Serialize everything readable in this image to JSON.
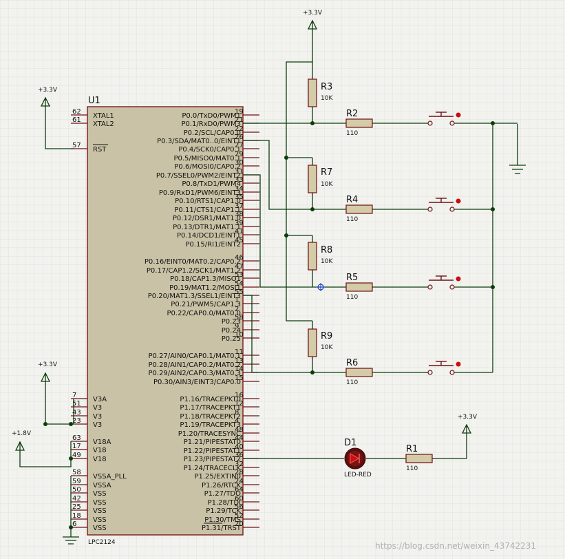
{
  "u1": {
    "ref": "U1",
    "part": "LPC2124",
    "left_pins": [
      {
        "num": "62",
        "name": "XTAL1"
      },
      {
        "num": "61",
        "name": "XTAL2"
      },
      {
        "num": "57",
        "name": "RST"
      },
      {
        "num": "7",
        "name": "V3A"
      },
      {
        "num": "51",
        "name": "V3"
      },
      {
        "num": "43",
        "name": "V3"
      },
      {
        "num": "23",
        "name": "V3"
      },
      {
        "num": "63",
        "name": "V18A"
      },
      {
        "num": "17",
        "name": "V18"
      },
      {
        "num": "49",
        "name": "V18"
      },
      {
        "num": "58",
        "name": "VSSA_PLL"
      },
      {
        "num": "59",
        "name": "VSSA"
      },
      {
        "num": "50",
        "name": "VSS"
      },
      {
        "num": "42",
        "name": "VSS"
      },
      {
        "num": "25",
        "name": "VSS"
      },
      {
        "num": "18",
        "name": "VSS"
      },
      {
        "num": "6",
        "name": "VSS"
      }
    ],
    "right_pins": [
      {
        "num": "19",
        "name": "P0.0/TxD0/PWM1"
      },
      {
        "num": "21",
        "name": "P0.1/RxD0/PWM3"
      },
      {
        "num": "22",
        "name": "P0.2/SCL/CAP0.0"
      },
      {
        "num": "26",
        "name": "P0.3/SDA/MAT0..0/EINT1"
      },
      {
        "num": "27",
        "name": "P0.4/SCK0/CAP0.1"
      },
      {
        "num": "29",
        "name": "P0.5/MISO0/MAT0.1"
      },
      {
        "num": "30",
        "name": "P0.6/MOSI0/CAP0.2"
      },
      {
        "num": "31",
        "name": "P0.7/SSEL0/PWM2/EINT2"
      },
      {
        "num": "33",
        "name": "P0.8/TxD1/PWM4"
      },
      {
        "num": "34",
        "name": "P0.9/RxD1/PWM6/EINT3"
      },
      {
        "num": "35",
        "name": "P0.10/RTS1/CAP1.0"
      },
      {
        "num": "37",
        "name": "P0.11/CTS1/CAP1.1"
      },
      {
        "num": "38",
        "name": "P0.12/DSR1/MAT1.0"
      },
      {
        "num": "39",
        "name": "P0.13/DTR1/MAT1.1"
      },
      {
        "num": "41",
        "name": "P0.14/DCD1/EINT1"
      },
      {
        "num": "45",
        "name": "P0.15/RI1/EINT2"
      },
      {
        "num": "46",
        "name": "P0.16/EINT0/MAT0.2/CAP0.2"
      },
      {
        "num": "47",
        "name": "P0.17/CAP1.2/SCK1/MAT1.2"
      },
      {
        "num": "53",
        "name": "P0.18/CAP1.3/MISO1"
      },
      {
        "num": "54",
        "name": "P0.19/MAT1.2/MOSI1"
      },
      {
        "num": "55",
        "name": "P0.20/MAT1.3/SSEL1/EINT3"
      },
      {
        "num": "1",
        "name": "P0.21/PWM5/CAP1.3"
      },
      {
        "num": "2",
        "name": "P0.22/CAP0.0/MAT0.0"
      },
      {
        "num": "58",
        "name": "P0.23"
      },
      {
        "num": "9",
        "name": "P0.24"
      },
      {
        "num": "10",
        "name": "P0.25"
      },
      {
        "num": "11",
        "name": "P0.27/AIN0/CAP0.1/MAT0.1"
      },
      {
        "num": "13",
        "name": "P0.28/AIN1/CAP0.2/MAT0.2"
      },
      {
        "num": "14",
        "name": "P0.29/AIN2/CAP0.3/MAT0.3"
      },
      {
        "num": "15",
        "name": "P0.30/AIN3/EINT3/CAP0.0"
      },
      {
        "num": "16",
        "name": "P1.16/TRACEPKT0"
      },
      {
        "num": "12",
        "name": "P1.17/TRACEPKT1"
      },
      {
        "num": "8",
        "name": "P1.18/TRACEPKT2"
      },
      {
        "num": "4",
        "name": "P1.19/TRACEPKT3"
      },
      {
        "num": "48",
        "name": "P1.20/TRACESYNC"
      },
      {
        "num": "44",
        "name": "P1.21/PIPESTAT0"
      },
      {
        "num": "40",
        "name": "P1.22/PIPESTAT1"
      },
      {
        "num": "36",
        "name": "P1.23/PIPESTAT2"
      },
      {
        "num": "32",
        "name": "P1.24/TRACECLK"
      },
      {
        "num": "28",
        "name": "P1.25/EXTIN0"
      },
      {
        "num": "24",
        "name": "P1.26/RTCK"
      },
      {
        "num": "64",
        "name": "P1.27/TDO"
      },
      {
        "num": "60",
        "name": "P1.28/TDI"
      },
      {
        "num": "56",
        "name": "P1.29/TCK"
      },
      {
        "num": "52",
        "name": "P1.30/TMS"
      },
      {
        "num": "20",
        "name": "P1.31/TRST"
      }
    ]
  },
  "power": {
    "v33": "+3.3V",
    "v18": "+1.8V"
  },
  "resistors": [
    {
      "ref": "R3",
      "value": "10K"
    },
    {
      "ref": "R7",
      "value": "10K"
    },
    {
      "ref": "R8",
      "value": "10K"
    },
    {
      "ref": "R9",
      "value": "10K"
    },
    {
      "ref": "R2",
      "value": "110"
    },
    {
      "ref": "R4",
      "value": "110"
    },
    {
      "ref": "R5",
      "value": "110"
    },
    {
      "ref": "R6",
      "value": "110"
    },
    {
      "ref": "R1",
      "value": "110"
    }
  ],
  "led": {
    "ref": "D1",
    "value": "LED-RED"
  },
  "watermark": "https://blog.csdn.net/weixin_43742231",
  "colors": {
    "wire": "#0b3d0b",
    "chip_fill": "#c9c2a6",
    "chip_border": "#7a1a1a",
    "resistor_fill": "#d4cba8",
    "background": "#f2f2ef",
    "grid": "#dcdcd6",
    "led_red": "#c81010"
  }
}
